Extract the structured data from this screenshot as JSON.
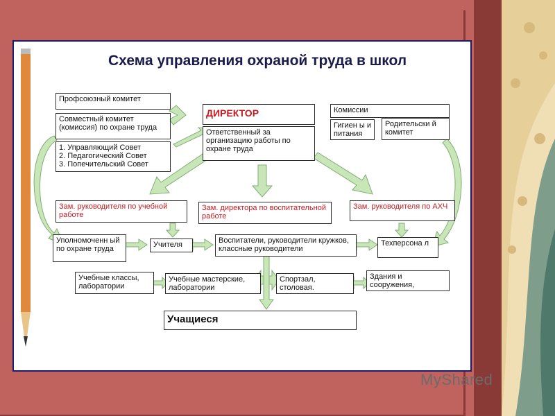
{
  "title": "Схема управления охраной труда в школ",
  "boxes": {
    "prof_committee": "Профсоюзный комитет",
    "joint_committee": "Совместный комитет (комиссия) по охране труда",
    "councils": [
      "1. Управляющий Совет",
      "2. Педагогический Совет",
      "3. Попечительский Совет"
    ],
    "director": "ДИРЕКТОР",
    "responsible": "Ответственный за организацию работы по охране труда",
    "commissions": "Комиссии",
    "hygiene": "Гигиен ы и питания",
    "parent_committee": "Родительски й комитет",
    "deputy_study": "Зам. руководителя по учебной работе",
    "deputy_educ": "Зам. директора по воспитательной работе",
    "deputy_ahch": "Зам. руководителя по АХЧ",
    "authorized": "Уполномоченн ый по охране труда",
    "teachers": "Учителя",
    "educators": "Воспитатели, руководители кружков, классные руководители",
    "tech_staff": "Техперсона л",
    "classrooms": "Учебные классы, лаборатории",
    "workshops": "Учебные мастерские, лаборатории",
    "sport": "Спортзал, столовая. спортплощадки",
    "buildings": "Здания и сооружения, территории",
    "students": "Учащиеся"
  },
  "logo": "MyShared",
  "colors": {
    "frame": "#c0625e",
    "arrow": "#b9dba8",
    "arrow_stroke": "#7fae73",
    "title": "#1b1b4a",
    "accent_red": "#c8191f"
  }
}
